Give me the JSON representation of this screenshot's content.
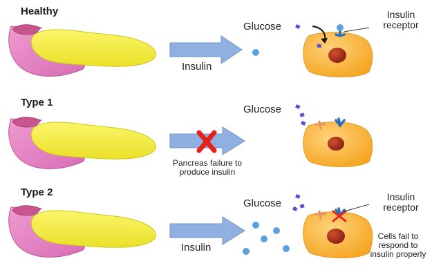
{
  "panels": [
    {
      "heading": "Healthy",
      "glucose_label": "Glucose",
      "insulin_label": "Insulin",
      "receptor_label": [
        "Insulin",
        "receptor"
      ]
    },
    {
      "heading": "Type 1",
      "glucose_label": "Glucose",
      "failure_label": [
        "Pancreas failure to",
        "produce insulin"
      ]
    },
    {
      "heading": "Type 2",
      "glucose_label": "Glucose",
      "insulin_label": "Insulin",
      "receptor_label": [
        "Insulin",
        "receptor"
      ],
      "cells_fail_label": [
        "Cells fail to",
        "respond to",
        "insulin properly"
      ]
    }
  ],
  "colors": {
    "pancreas_head": "#e27cc0",
    "pancreas_body": "#f4ef3a",
    "arrow": "#8fb0e0",
    "cell": "#f7b542",
    "nucleus": "#b0301e",
    "glucose": "#5a4fd6",
    "insulin_dot": "#5aa0e0",
    "receptor_blue": "#2f6fb8",
    "receptor_orange": "#e8906a",
    "cross": "#e8201c"
  }
}
